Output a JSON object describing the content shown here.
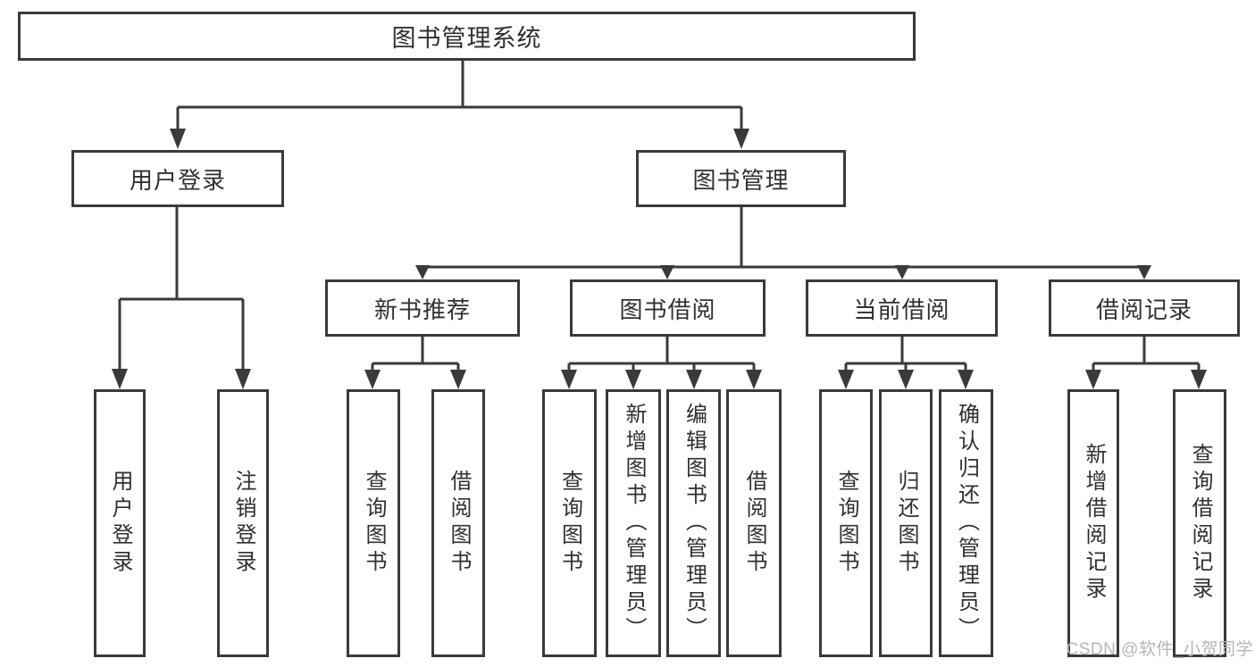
{
  "diagram": {
    "root": {
      "label": "图书管理系统"
    },
    "user_login": {
      "label": "用户登录",
      "children": [
        {
          "label": "用户登录"
        },
        {
          "label": "注销登录"
        }
      ]
    },
    "book_mgmt": {
      "label": "图书管理",
      "groups": [
        {
          "label": "新书推荐",
          "children": [
            {
              "label": "查询图书"
            },
            {
              "label": "借阅图书"
            }
          ]
        },
        {
          "label": "图书借阅",
          "children": [
            {
              "label": "查询图书"
            },
            {
              "label": "新增图书（管理员）"
            },
            {
              "label": "编辑图书（管理员）"
            },
            {
              "label": "借阅图书"
            }
          ]
        },
        {
          "label": "当前借阅",
          "children": [
            {
              "label": "查询图书"
            },
            {
              "label": "归还图书"
            },
            {
              "label": "确认归还（管理员）"
            }
          ]
        },
        {
          "label": "借阅记录",
          "children": [
            {
              "label": "新增借阅记录"
            },
            {
              "label": "查询借阅记录"
            }
          ]
        }
      ]
    }
  },
  "watermark": {
    "text": "CSDN @软件_小贺同学"
  },
  "colors": {
    "line": "#3a3a3a",
    "text": "#303030",
    "watermark": "#b6b6b6",
    "background": "#ffffff"
  }
}
